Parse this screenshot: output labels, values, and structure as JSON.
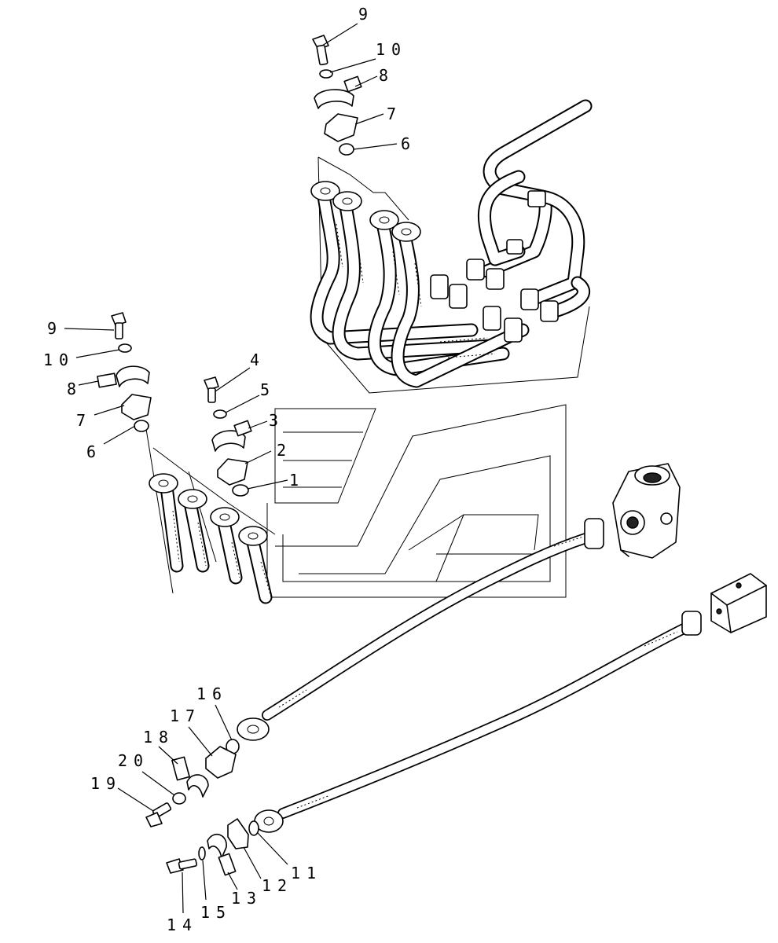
{
  "callouts": {
    "c1": "1",
    "c2": "2",
    "c3": "3",
    "c4": "4",
    "c5": "5",
    "c6_top": "6",
    "c6_left": "6",
    "c7_top": "7",
    "c7_left": "7",
    "c8_top": "8",
    "c8_left": "8",
    "c9_top": "9",
    "c9_left": "9",
    "c10_top": "10",
    "c10_left": "10",
    "c11": "11",
    "c12": "12",
    "c13": "13",
    "c14": "14",
    "c15": "15",
    "c16": "16",
    "c17": "17",
    "c18": "18",
    "c19": "19",
    "c20": "20"
  }
}
